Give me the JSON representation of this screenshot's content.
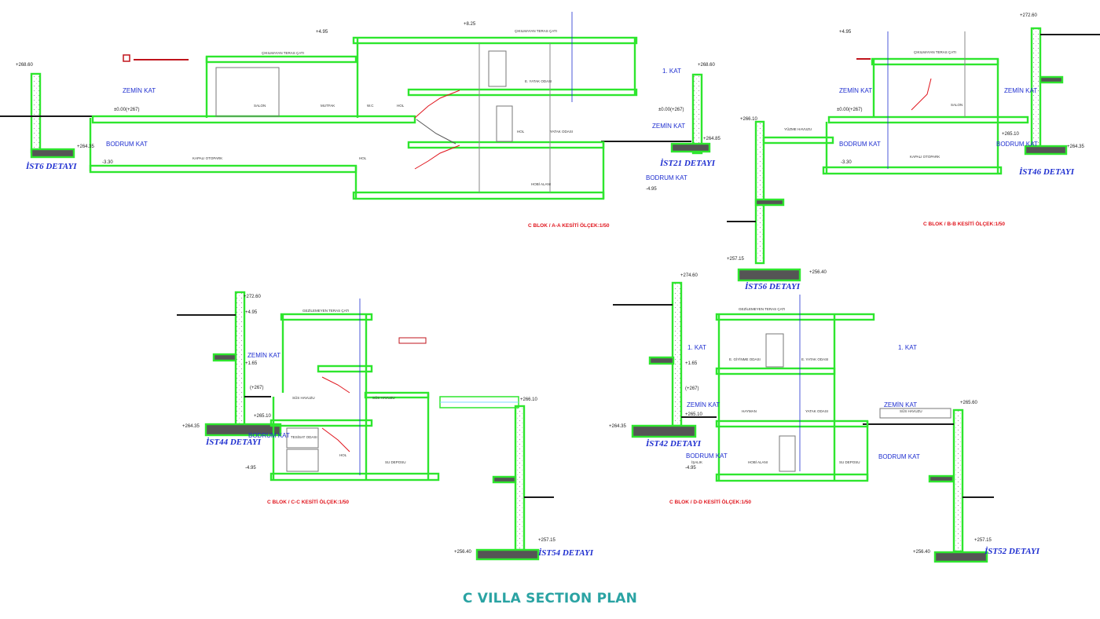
{
  "title": "C VILLA SECTION PLAN",
  "colors": {
    "structure": "#2ee62e",
    "ground": "#1a1a1a",
    "section_title": "#e0141c",
    "annotation": "#1f2fd0",
    "title": "#2aa3a3"
  },
  "sections": [
    {
      "id": "aa",
      "caption": "C BLOK / A-A KESİTİ ÖLÇEK:1/50",
      "floors": [
        "ZEMİN KAT",
        "BODRUM KAT",
        "1. KAT",
        "ZEMİN KAT",
        "BODRUM KAT"
      ],
      "rooms": [
        "ÇIKILMAYAN TERAS ÇATI",
        "ÇIKILMAYAN TERAS ÇATI",
        "SALON",
        "MUTFAK",
        "W.C",
        "HOL",
        "E. YATAK ODASI",
        "YATAK ODASI",
        "HOL",
        "KAPALI OTOPARK",
        "HOL",
        "HOBİ ALANI"
      ],
      "details": [
        "İST6 DETAYI",
        "İST21 DETAYI"
      ],
      "levels": [
        "+268.60",
        "+264.35",
        "+268.60",
        "+264.85",
        "±0.00(+267)",
        "±0.00(+267)",
        "+4.95",
        "+8.25",
        "-3.30",
        "-4.95"
      ]
    },
    {
      "id": "bb",
      "caption": "C BLOK / B-B KESİTİ ÖLÇEK:1/50",
      "floors": [
        "ZEMİN KAT",
        "BODRUM KAT",
        "ZEMİN KAT",
        "BODRUM KAT"
      ],
      "rooms": [
        "ÇIKILMAYAN TERAS ÇATI",
        "YÜZME HAVUZU",
        "SALON",
        "KAPALI OTOPARK"
      ],
      "details": [
        "İST46 DETAYI",
        "İST56 DETAYI"
      ],
      "levels": [
        "+272.60",
        "+264.35",
        "+266.10",
        "+265.10",
        "+257.15",
        "+256.40",
        "±0.00(+267)",
        "+4.95",
        "-3.30"
      ]
    },
    {
      "id": "cc",
      "caption": "C BLOK / C-C KESİTİ ÖLÇEK:1/50",
      "floors": [
        "ZEMİN KAT",
        "BODRUM KAT"
      ],
      "rooms": [
        "GEZİLEMEYEN TERAS ÇATI",
        "SÜS HAVUZU",
        "SÜS HAVUZU",
        "TESİSAT ODASI",
        "HOL",
        "SU DEPOSU"
      ],
      "details": [
        "İST44 DETAYI",
        "İST54 DETAYI"
      ],
      "levels": [
        "+272.60",
        "+264.35",
        "+266.10",
        "(+267)",
        "+265.10",
        "+257.15",
        "+256.40",
        "+4.95",
        "+1.65",
        "-4.95"
      ]
    },
    {
      "id": "dd",
      "caption": "C BLOK / D-D KESİTİ ÖLÇEK:1/50",
      "floors": [
        "1. KAT",
        "ZEMİN KAT",
        "BODRUM KAT",
        "1. KAT",
        "ZEMİN KAT",
        "BODRUM KAT"
      ],
      "rooms": [
        "GEZİLEMEYEN TERAS ÇATI",
        "E. GİYİNME ODASI",
        "E. YATAK ODASI",
        "HAYMAN",
        "YATAK ODASI",
        "SÜS HAVUZU",
        "HOBİ ALANI",
        "SU DEPOSU",
        "İŞALIK"
      ],
      "details": [
        "İST42 DETAYI",
        "İST52 DETAYI"
      ],
      "levels": [
        "+274.60",
        "+264.35",
        "(+267)",
        "+265.10",
        "+265.60",
        "+257.15",
        "+256.40",
        "+1.65",
        "-4.95"
      ]
    }
  ]
}
